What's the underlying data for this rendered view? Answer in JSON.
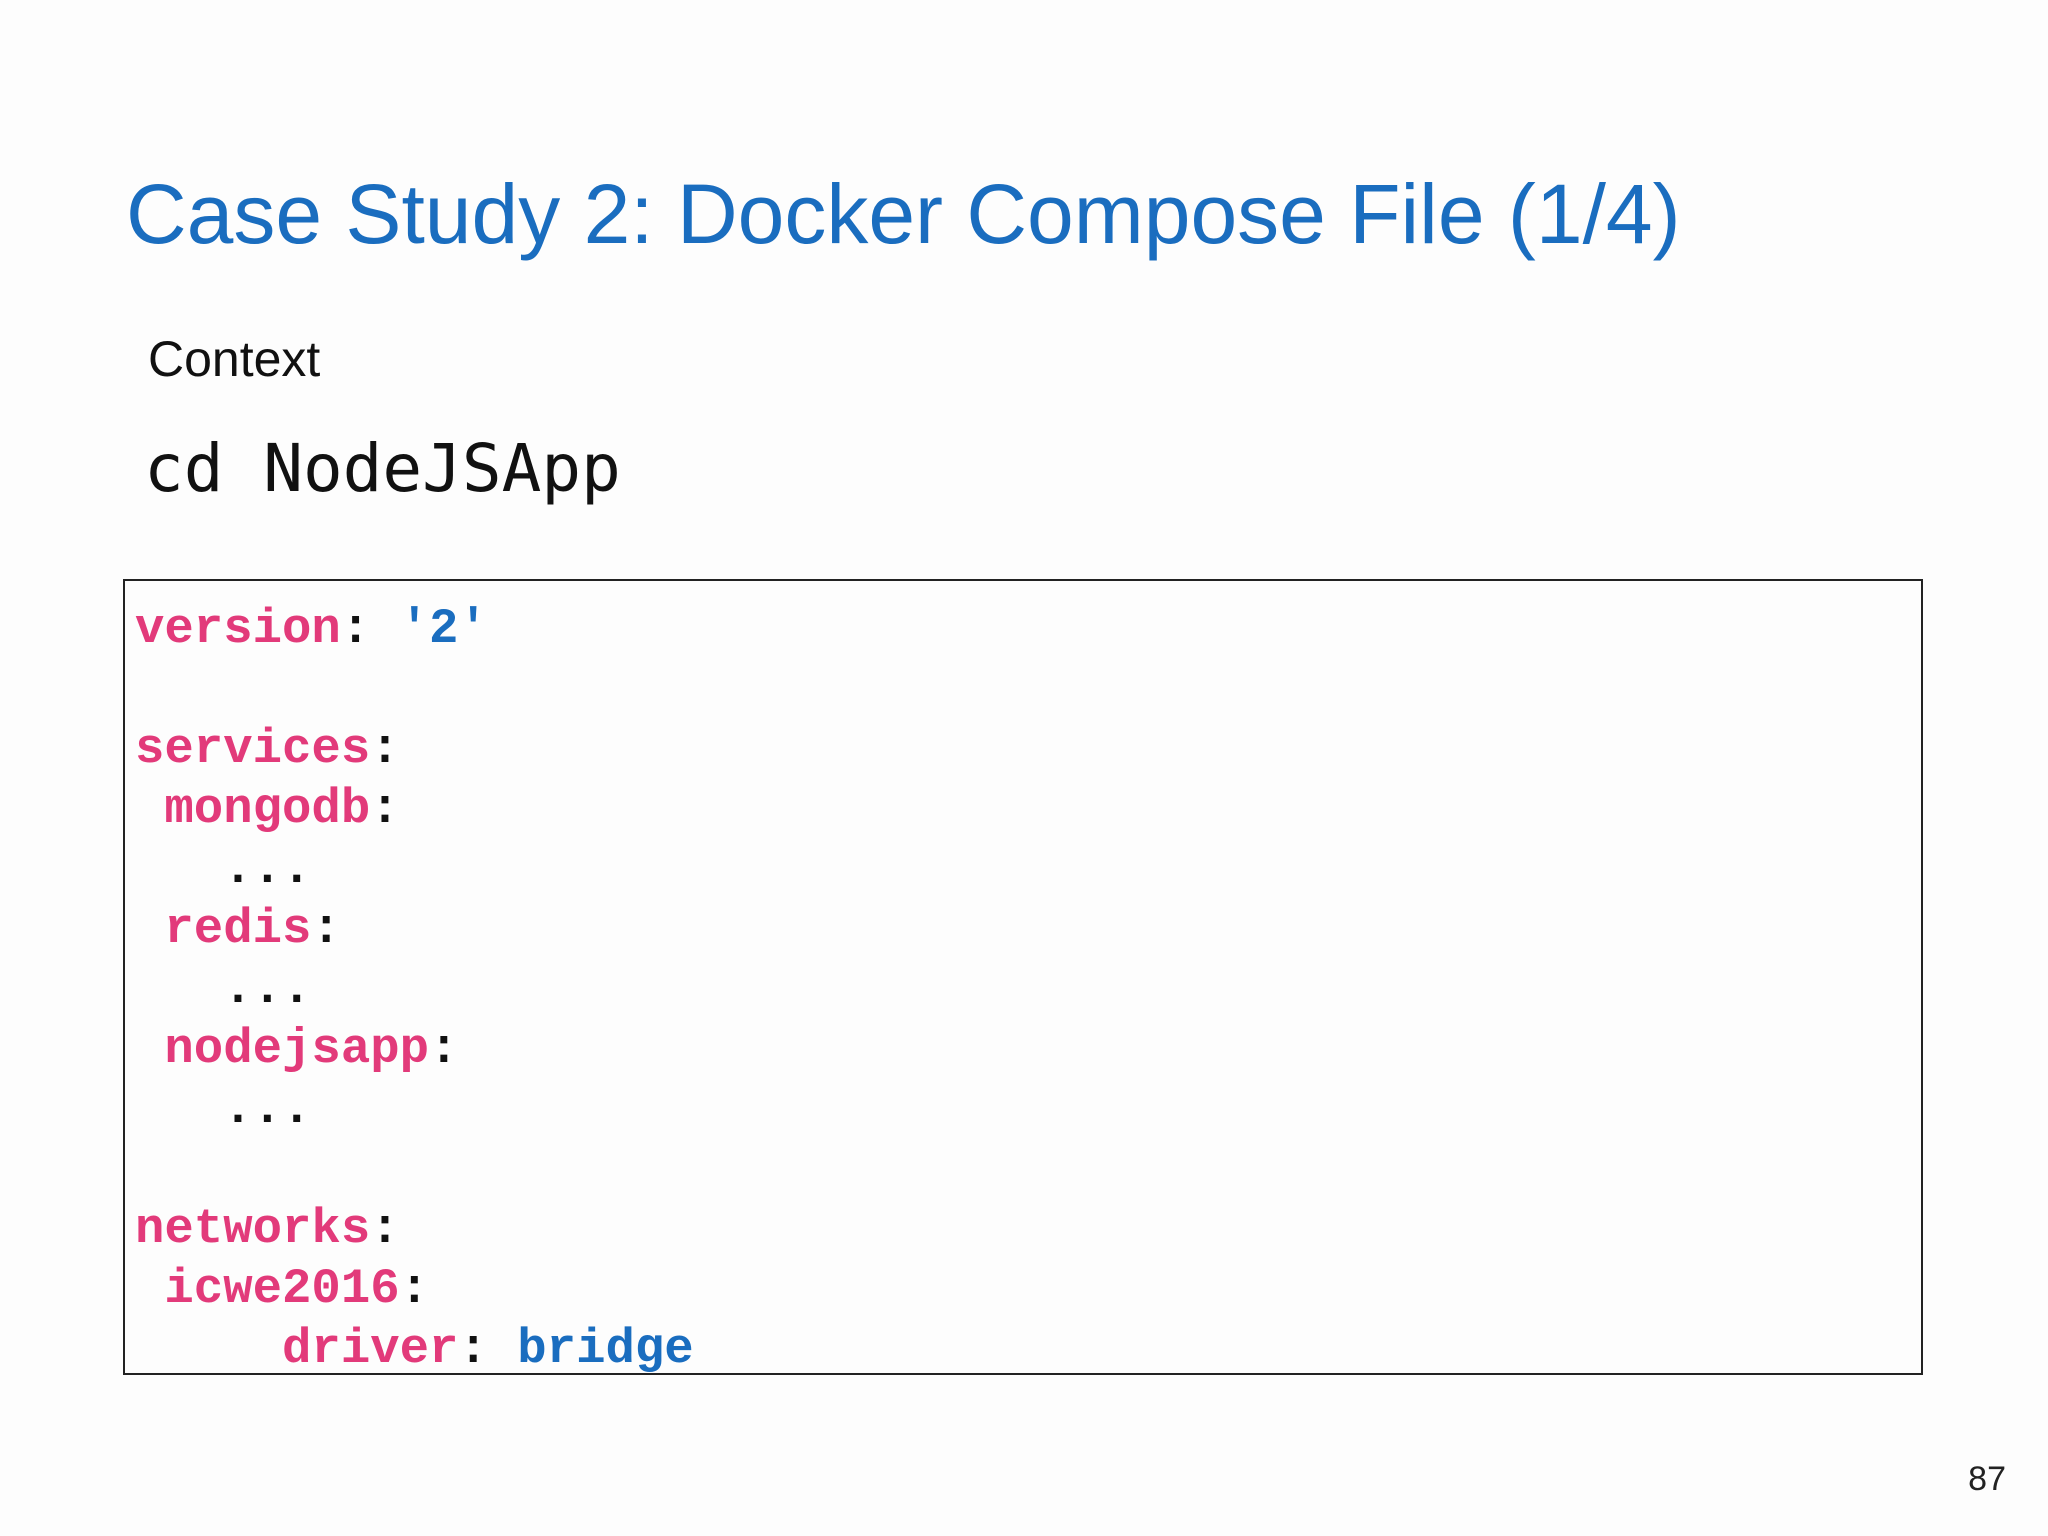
{
  "slide": {
    "title": "Case Study 2: Docker Compose File (1/4)",
    "context_label": "Context",
    "command": "cd NodeJSApp",
    "page_number": "87",
    "colors": {
      "title": "#1a6dbf",
      "key": "#e23a7a",
      "value": "#1a6dbf",
      "text": "#111111"
    }
  },
  "code": {
    "version_key": "version",
    "version_colon": ":",
    "version_value": "'2'",
    "services_key": "services",
    "services_colon": ":",
    "mongodb_key": "mongodb",
    "mongodb_colon": ":",
    "mongodb_dots": "...",
    "redis_key": "redis",
    "redis_colon": ":",
    "redis_dots": "...",
    "nodejsapp_key": "nodejsapp",
    "nodejsapp_colon": ":",
    "nodejsapp_dots": "...",
    "networks_key": "networks",
    "networks_colon": ":",
    "icwe_key": "icwe2016",
    "icwe_colon": ":",
    "driver_key": "driver",
    "driver_colon": ":",
    "driver_value": "bridge"
  }
}
